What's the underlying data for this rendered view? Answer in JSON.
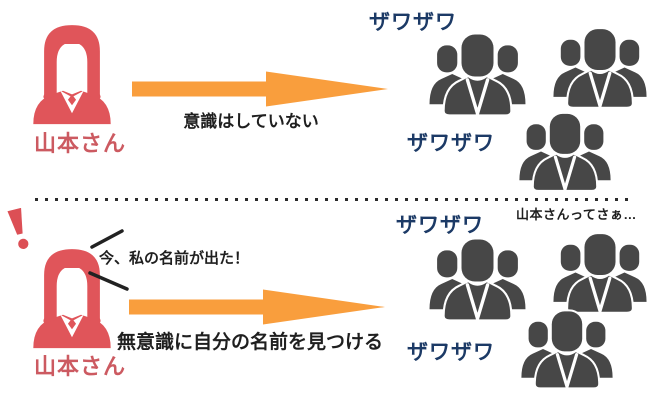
{
  "colors": {
    "person_red": "#e0555a",
    "name_red": "#cc5a61",
    "arrow_orange": "#f99e3d",
    "buzz_navy": "#1c3a66",
    "crowd_gray": "#474747",
    "text_black": "#1f1f1f"
  },
  "icons": {
    "woman_avatar": "woman-avatar-icon",
    "crowd": "crowd-icon",
    "exclamation": "exclamation-icon",
    "exclamation_glyph": "!",
    "speech_lines": "speech-emphasis-lines-icon",
    "arrow": "right-arrow-icon"
  },
  "top_row": {
    "person_name": "山本さん",
    "arrow_caption": "意識はしていない",
    "buzz_labels": [
      "ザワザワ",
      "ザワザワ"
    ]
  },
  "bottom_row": {
    "person_name": "山本さん",
    "speech_bubble": "今、私の名前が出た！",
    "arrow_caption": "無意識に自分の名前を見つける",
    "buzz_labels": [
      "ザワザワ",
      "ザワザワ"
    ],
    "crowd_remark": "山本さんってさぁ…"
  }
}
